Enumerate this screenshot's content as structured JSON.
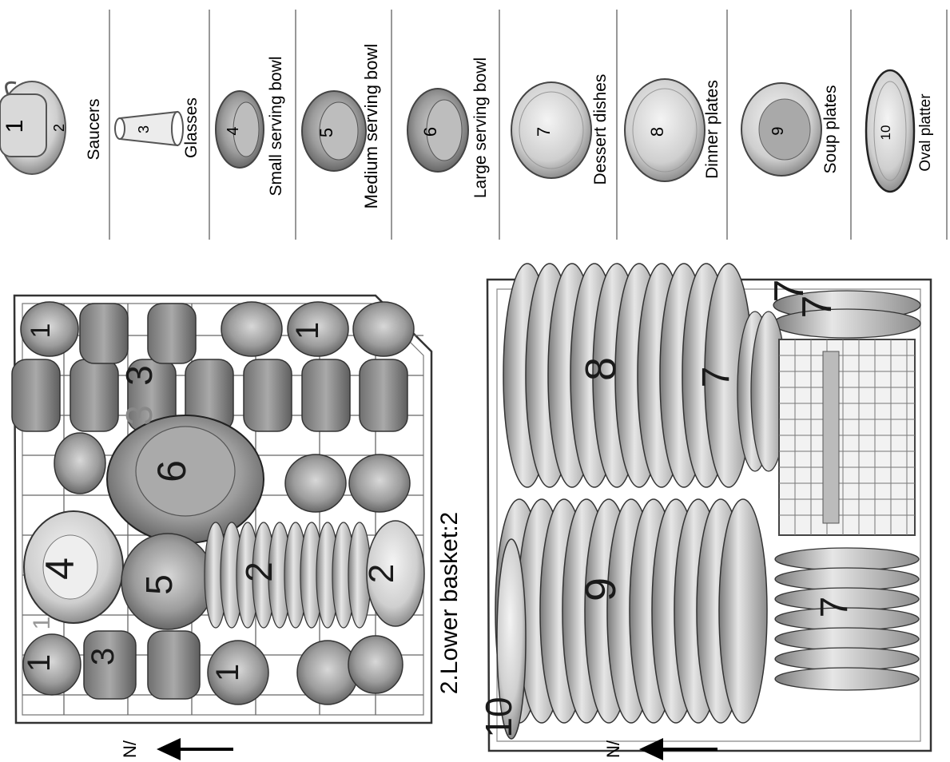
{
  "legend": {
    "items": [
      {
        "id": "1",
        "label": "",
        "shape": "cup",
        "icon": "cup-icon"
      },
      {
        "id": "2",
        "label": "Saucers",
        "shape": "saucer",
        "icon": "saucer-icon"
      },
      {
        "id": "3",
        "label": "Glasses",
        "shape": "glass",
        "icon": "glass-icon"
      },
      {
        "id": "4",
        "label": "Small serving bowl",
        "shape": "bowl",
        "icon": "bowl-icon"
      },
      {
        "id": "5",
        "label": "Medium serving bowl",
        "shape": "bowl",
        "icon": "bowl-icon"
      },
      {
        "id": "6",
        "label": "Large serving bowl",
        "shape": "bowl",
        "icon": "bowl-icon"
      },
      {
        "id": "7",
        "label": "Dessert dishes",
        "shape": "plate",
        "icon": "plate-icon"
      },
      {
        "id": "8",
        "label": "Dinner plates",
        "shape": "plate",
        "icon": "plate-icon"
      },
      {
        "id": "9",
        "label": "Soup plates",
        "shape": "soup-plate",
        "icon": "soup-plate-icon"
      },
      {
        "id": "10",
        "label": "Oval platter",
        "shape": "platter",
        "icon": "platter-icon"
      }
    ]
  },
  "upper_basket": {
    "direction_label": "N/",
    "numbers": [
      "1",
      "3",
      "3",
      "6",
      "1",
      "1",
      "4",
      "5",
      "2",
      "2",
      "1",
      "3",
      "1"
    ]
  },
  "lower_basket": {
    "title": "2.Lower basket:2",
    "direction_label": "N/",
    "numbers": [
      "8",
      "7",
      "7",
      "7",
      "9",
      "7",
      "10"
    ]
  },
  "colors": {
    "line": "#555555",
    "dish": "#c8c8c8",
    "dish_dark": "#8a8a8a",
    "glass": "#9a9a9a"
  }
}
